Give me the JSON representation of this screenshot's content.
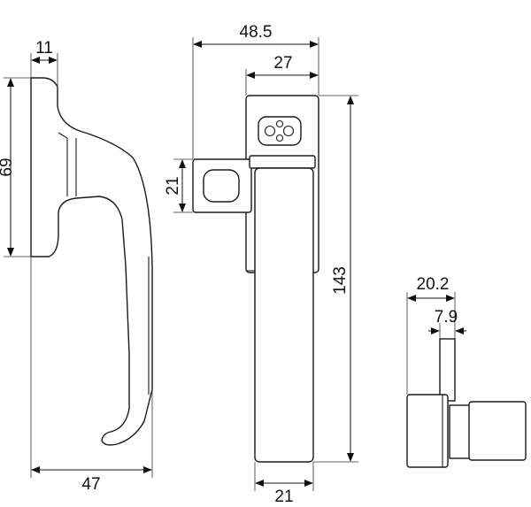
{
  "dimensions": {
    "side_top_width": "11",
    "side_height": "69",
    "side_width": "47",
    "front_total_width": "48.5",
    "front_cap_width": "27",
    "front_square_height": "21",
    "front_total_height": "143",
    "front_handle_width": "21",
    "end_total_width": "20.2",
    "end_spindle_width": "7.9"
  }
}
